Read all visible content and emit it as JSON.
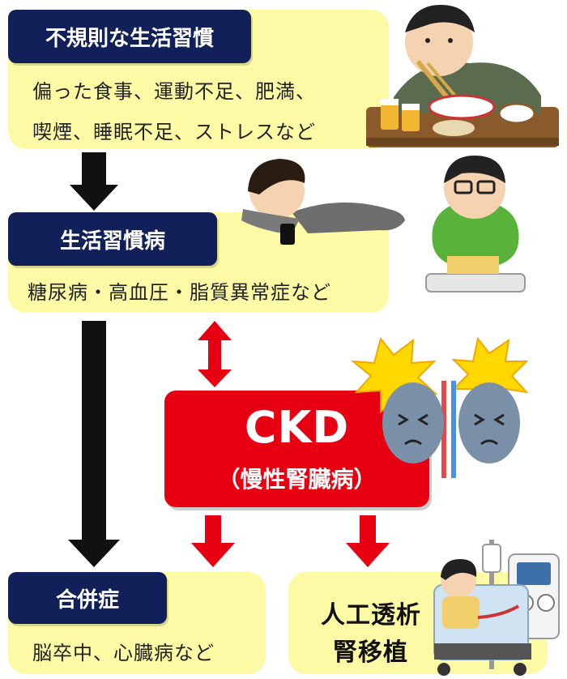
{
  "lifestyle_box": {
    "title": "不規則な生活習慣",
    "line1": "偏った食事、運動不足、肥満、",
    "line2": "喫煙、睡眠不足、ストレスなど"
  },
  "disease_box": {
    "title": "生活習慣病",
    "line1": "糖尿病・高血圧・脂質異常症など"
  },
  "ckd": {
    "title": "CKD",
    "subtitle": "（慢性腎臓病）"
  },
  "complications_box": {
    "title": "合併症",
    "line1": "脳卒中、心臓病など"
  },
  "treatment_box": {
    "line1": "人工透析",
    "line2": "腎移植"
  },
  "colors": {
    "box_fill": "#fdfaa6",
    "tab_fill": "#12205a",
    "ckd_red": "#e60012",
    "arrow_black": "#111111",
    "arrow_red": "#e60012"
  },
  "icons": [
    "eating-man-illustration",
    "lying-person-illustration",
    "overweight-man-on-scale-illustration",
    "sick-kidneys-illustration",
    "dialysis-patient-illustration"
  ]
}
